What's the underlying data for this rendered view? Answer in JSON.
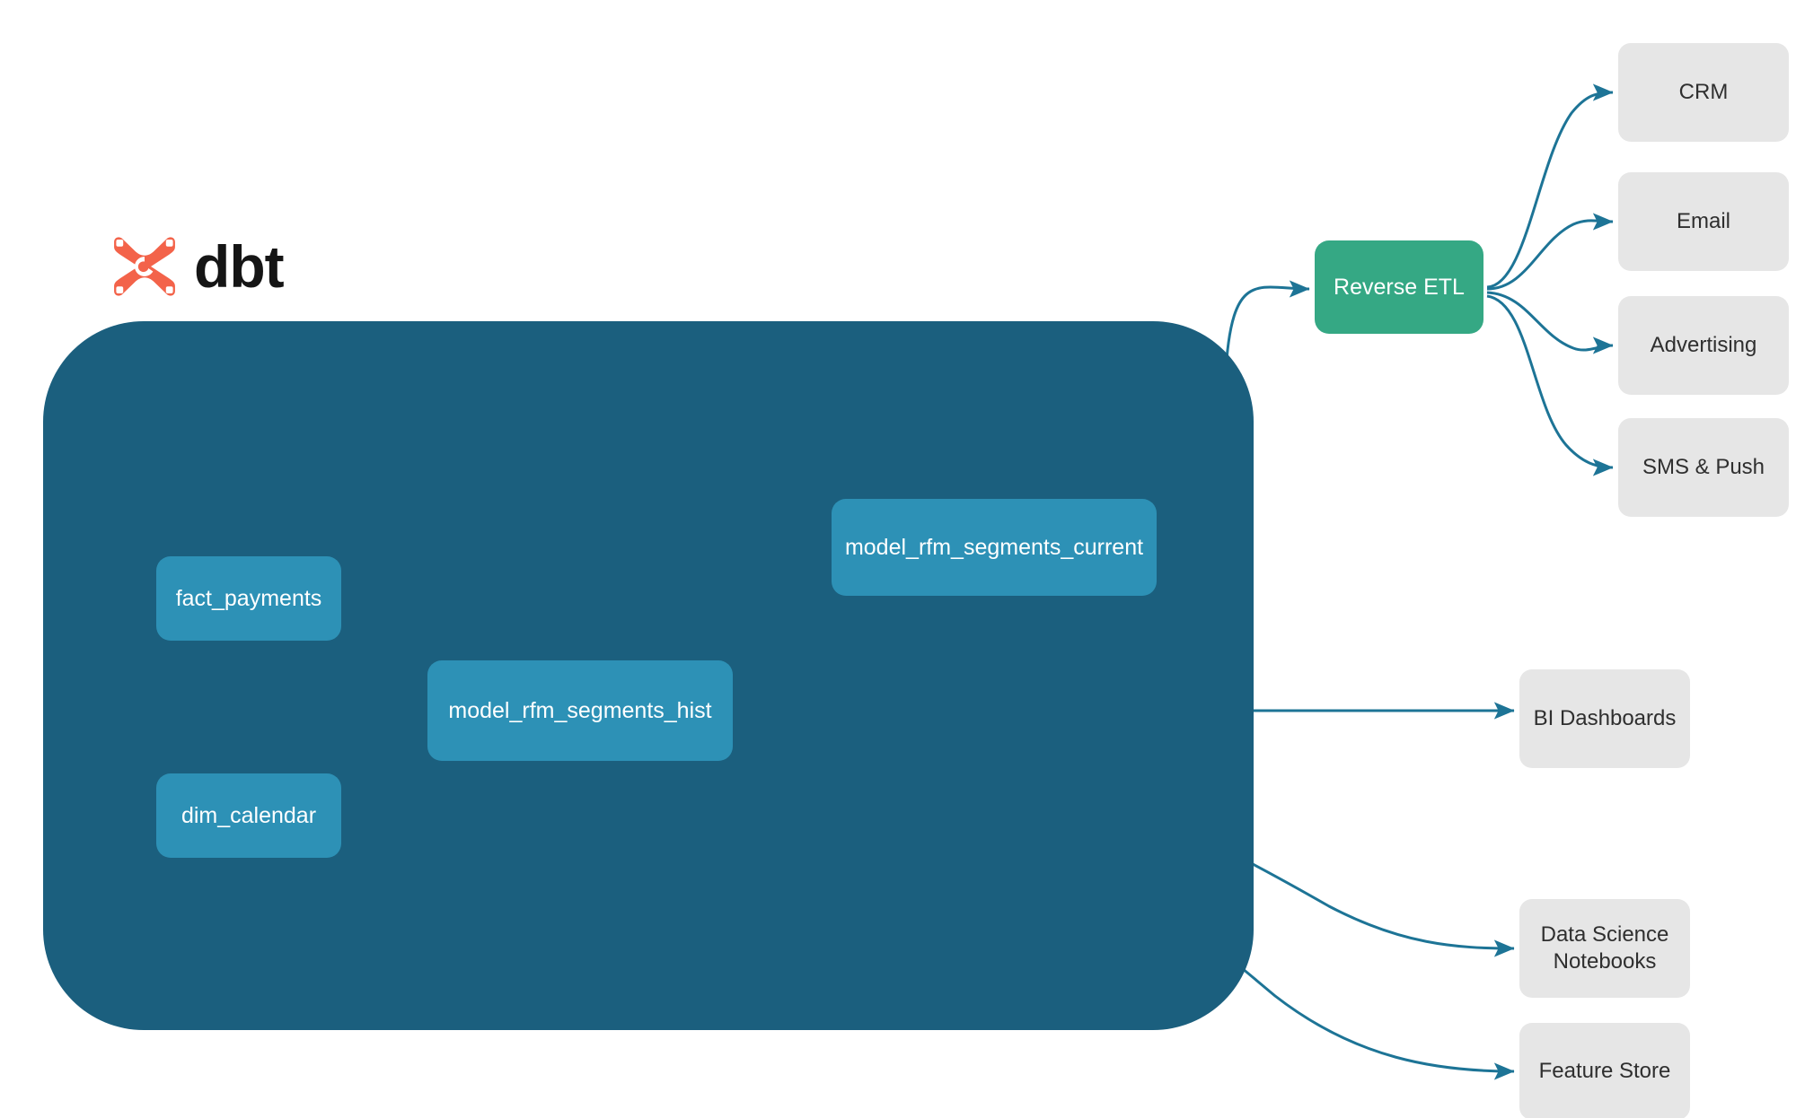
{
  "brand": {
    "logo_icon": "dbt-logo-icon",
    "wordmark": "dbt",
    "logo_color": "#f3634a"
  },
  "colors": {
    "project_container": "#1b5f7e",
    "model_node": "#2d91b6",
    "reverse_etl_node": "#35a884",
    "destination_node": "#e6e6e6",
    "edge_external": "#1d7496",
    "edge_internal": "#2d91b6",
    "background": "#ffffff"
  },
  "project_container": {
    "name": "dbt-project-container"
  },
  "models": [
    {
      "id": "fact-payments",
      "label": "fact_payments"
    },
    {
      "id": "dim-calendar",
      "label": "dim_calendar"
    },
    {
      "id": "rfm-hist",
      "label": "model_rfm_segments_hist"
    },
    {
      "id": "rfm-current",
      "label": "model_rfm_segments_current"
    }
  ],
  "activation": {
    "id": "reverse-etl",
    "label": "Reverse ETL"
  },
  "destinations": {
    "activation_targets": [
      {
        "id": "crm",
        "label": "CRM"
      },
      {
        "id": "email",
        "label": "Email"
      },
      {
        "id": "advertising",
        "label": "Advertising"
      },
      {
        "id": "sms-push",
        "label": "SMS & Push"
      }
    ],
    "analytics_targets": [
      {
        "id": "bi-dashboards",
        "label": "BI Dashboards"
      },
      {
        "id": "ds-notebooks",
        "label": "Data Science\nNotebooks",
        "line1": "Data Science",
        "line2": "Notebooks"
      },
      {
        "id": "feature-store",
        "label": "Feature Store"
      }
    ]
  },
  "edges": [
    {
      "from": "fact_payments",
      "to": "model_rfm_segments_hist"
    },
    {
      "from": "dim_calendar",
      "to": "model_rfm_segments_hist"
    },
    {
      "from": "model_rfm_segments_hist",
      "to": "model_rfm_segments_current"
    },
    {
      "from": "model_rfm_segments_current",
      "to": "Reverse ETL"
    },
    {
      "from": "model_rfm_segments_hist",
      "to": "BI Dashboards"
    },
    {
      "from": "model_rfm_segments_hist",
      "to": "Data Science Notebooks"
    },
    {
      "from": "model_rfm_segments_hist",
      "to": "Feature Store"
    },
    {
      "from": "Reverse ETL",
      "to": "CRM"
    },
    {
      "from": "Reverse ETL",
      "to": "Email"
    },
    {
      "from": "Reverse ETL",
      "to": "Advertising"
    },
    {
      "from": "Reverse ETL",
      "to": "SMS & Push"
    }
  ]
}
